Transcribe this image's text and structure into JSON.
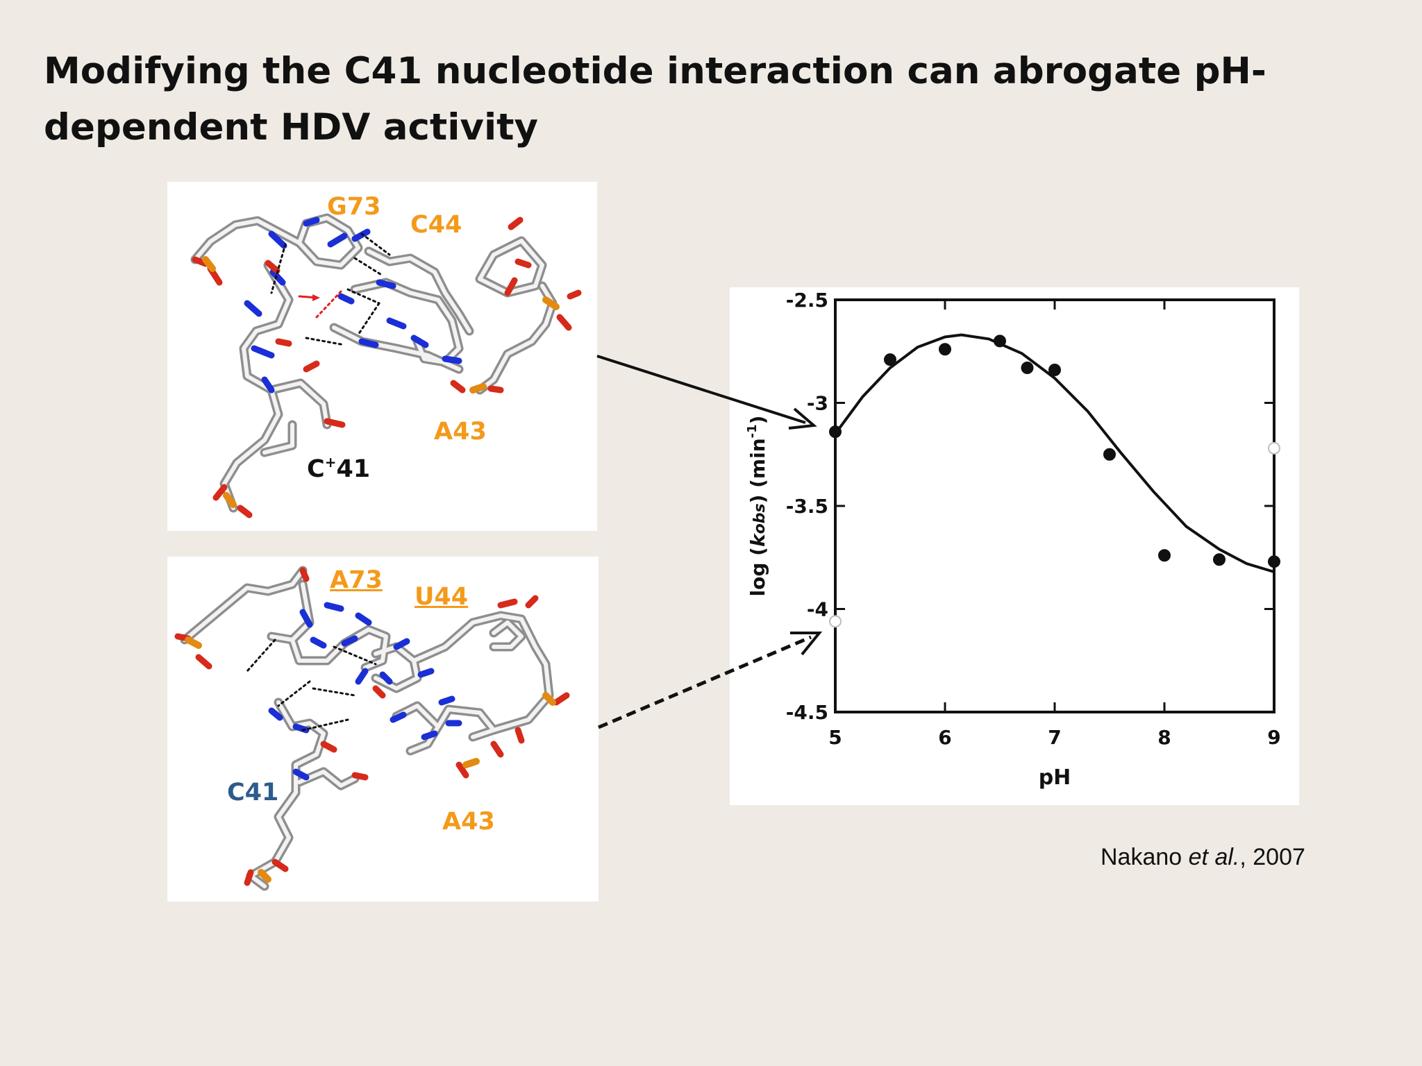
{
  "slide": {
    "title": "Modifying the C41 nucleotide interaction can abrogate pH-dependent HDV activity"
  },
  "structure_top": {
    "labels": {
      "g73": "G73",
      "c44": "C44",
      "a43": "A43",
      "c41_base": "C",
      "c41_charge": "+",
      "c41_num": "41"
    }
  },
  "structure_bottom": {
    "labels": {
      "a73": "A73",
      "u44": "U44",
      "c41": "C41",
      "a43": "A43"
    }
  },
  "citation": {
    "author": "Nakano ",
    "etal": "et al.",
    "year": ", 2007"
  },
  "colors": {
    "orange": "#f39a1b",
    "blue": "#2f5b8a",
    "nitrogen": "#1a2fd6",
    "oxygen": "#d62a1a",
    "phosphorus": "#e38a12"
  },
  "chart_data": {
    "type": "scatter",
    "xlabel": "pH",
    "ylabel": "log (kobs) (min-1)",
    "xlim": [
      5,
      9
    ],
    "ylim": [
      -4.5,
      -2.5
    ],
    "xticks": [
      "5",
      "6",
      "7",
      "8",
      "9"
    ],
    "yticks": [
      "-2.5",
      "-3",
      "-3.5",
      "-4",
      "-4.5"
    ],
    "series": [
      {
        "points": [
          {
            "x": 5.0,
            "y": -3.14
          },
          {
            "x": 5.5,
            "y": -2.79
          },
          {
            "x": 6.0,
            "y": -2.74
          },
          {
            "x": 6.5,
            "y": -2.7
          },
          {
            "x": 6.75,
            "y": -2.83
          },
          {
            "x": 7.0,
            "y": -2.84
          },
          {
            "x": 7.5,
            "y": -3.25
          },
          {
            "x": 8.0,
            "y": -3.74
          },
          {
            "x": 8.5,
            "y": -3.76
          },
          {
            "x": 9.0,
            "y": -3.77
          }
        ],
        "fit": [
          {
            "x": 5.0,
            "y": -3.15
          },
          {
            "x": 5.25,
            "y": -2.97
          },
          {
            "x": 5.5,
            "y": -2.83
          },
          {
            "x": 5.75,
            "y": -2.73
          },
          {
            "x": 6.0,
            "y": -2.68
          },
          {
            "x": 6.15,
            "y": -2.67
          },
          {
            "x": 6.4,
            "y": -2.69
          },
          {
            "x": 6.7,
            "y": -2.76
          },
          {
            "x": 7.0,
            "y": -2.88
          },
          {
            "x": 7.3,
            "y": -3.04
          },
          {
            "x": 7.6,
            "y": -3.24
          },
          {
            "x": 7.9,
            "y": -3.43
          },
          {
            "x": 8.2,
            "y": -3.6
          },
          {
            "x": 8.5,
            "y": -3.71
          },
          {
            "x": 8.75,
            "y": -3.78
          },
          {
            "x": 9.0,
            "y": -3.82
          }
        ]
      },
      {
        "points": [
          {
            "x": 5.0,
            "y": -4.06
          },
          {
            "x": 9.0,
            "y": -3.22
          }
        ]
      }
    ]
  }
}
